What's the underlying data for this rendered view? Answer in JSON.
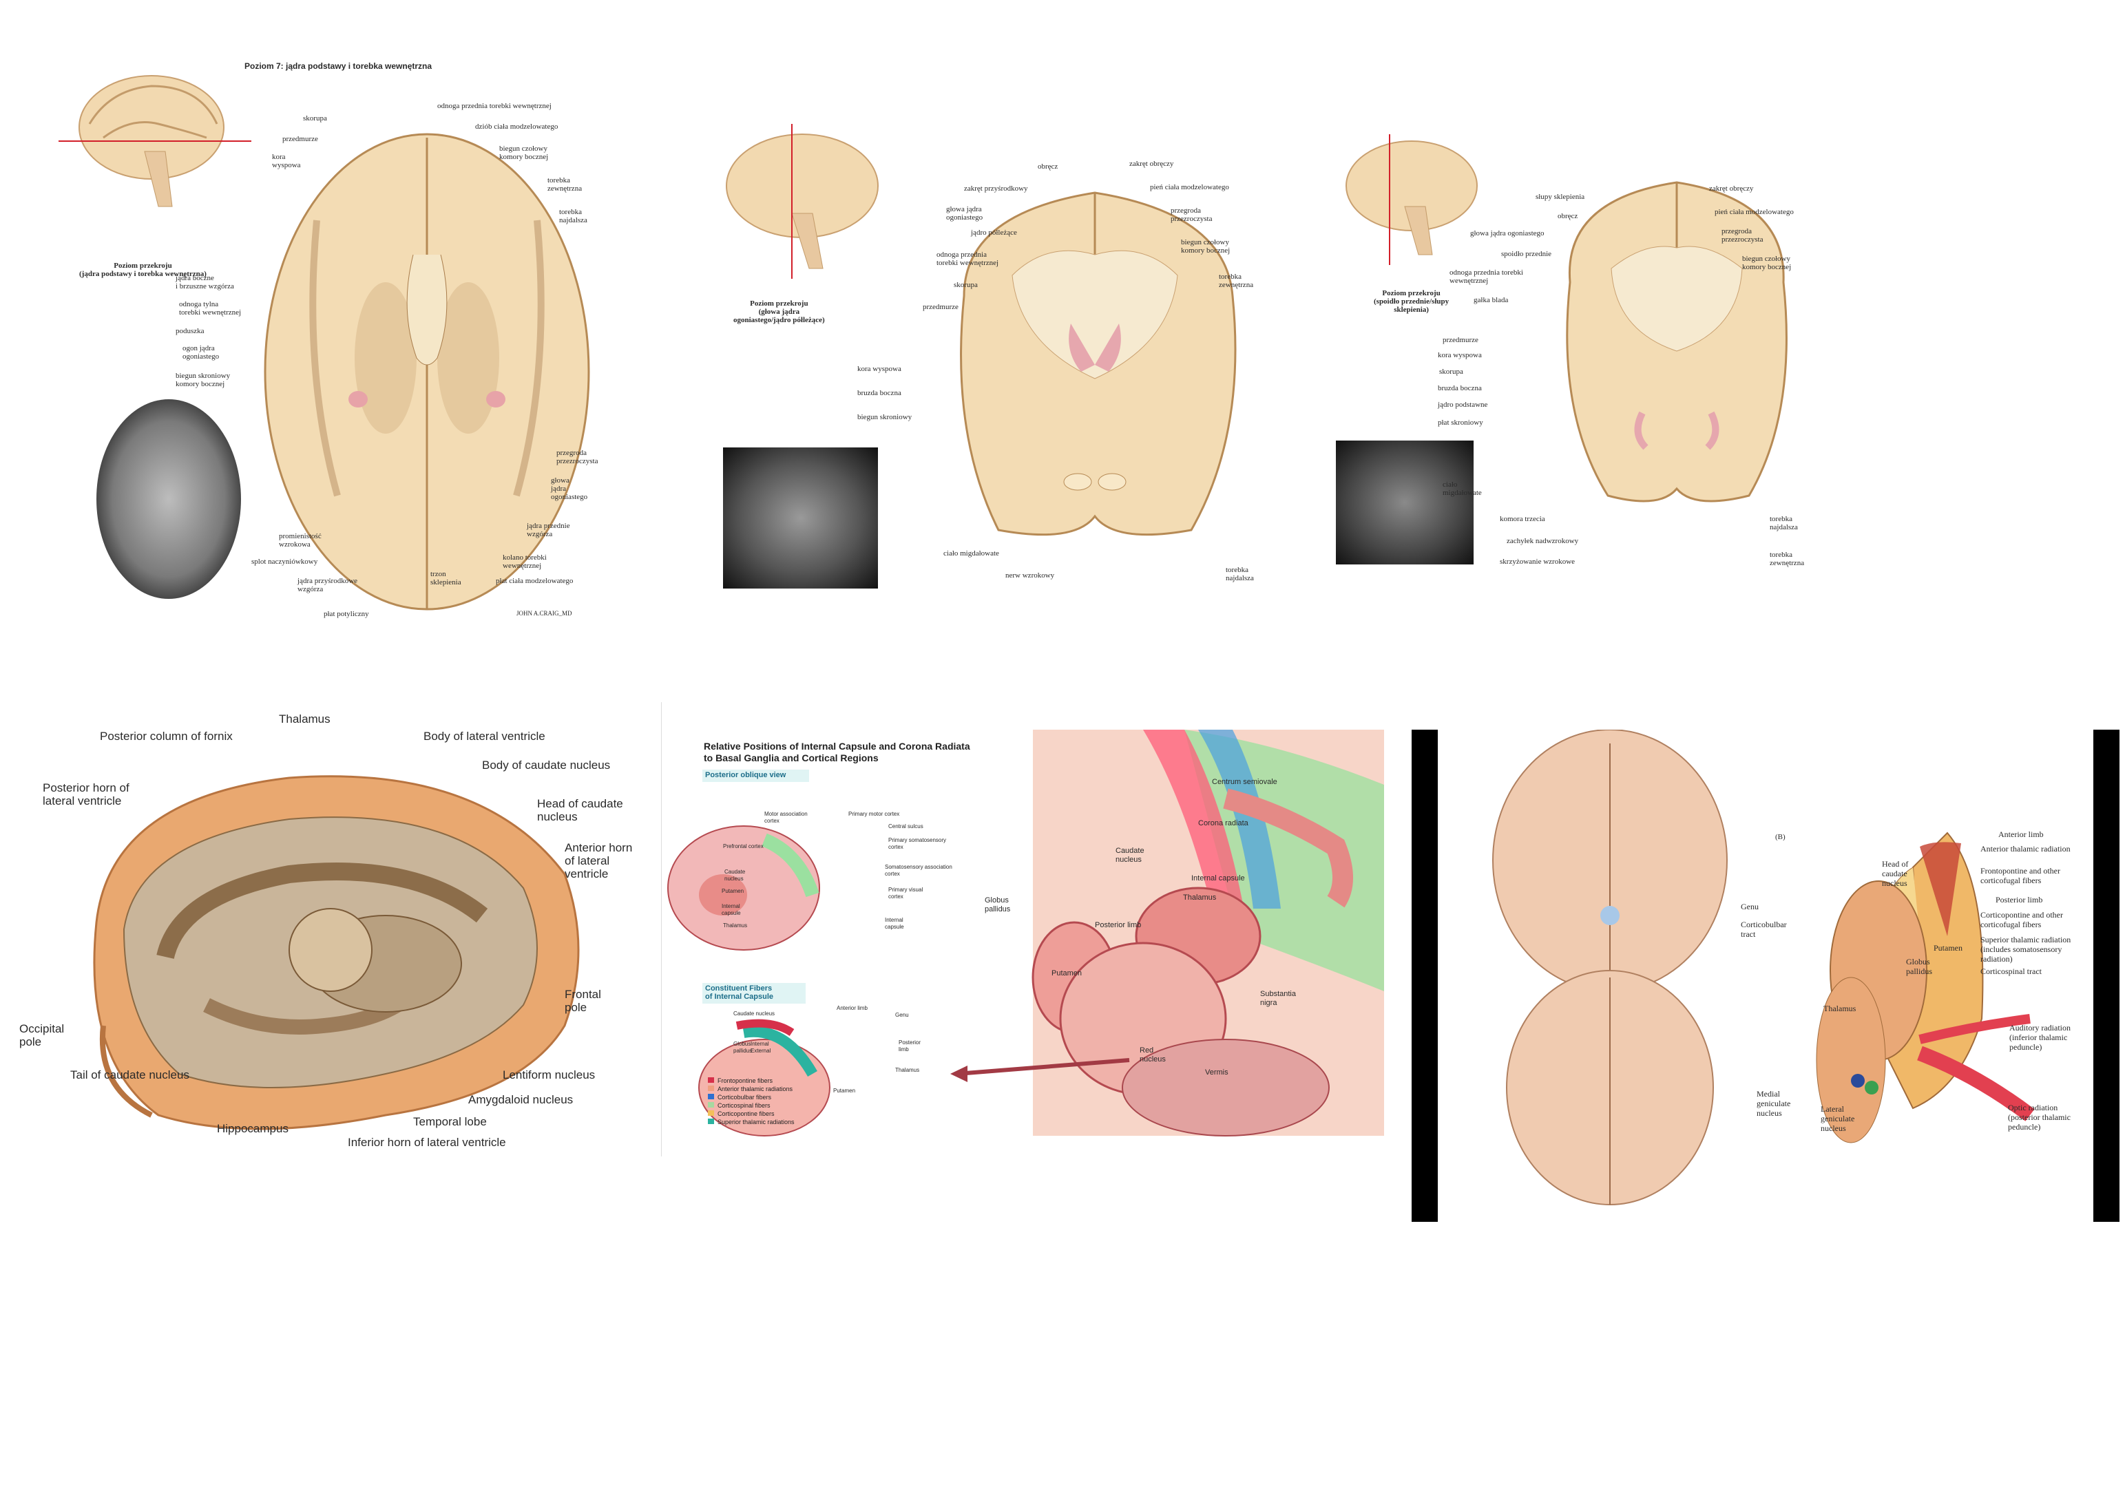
{
  "panel1": {
    "title": "Poziom 7: jądra podstawy i torebka wewnętrzna",
    "caption": "Poziom przekroju\n(jądra podstawy i torebka wewnętrzna)",
    "signature": "JOHN A.CRAIG_MD",
    "labels_left": [
      "skorupa",
      "przedmurze",
      "kora\nwyspowa",
      "jądra boczne\ni brzuszne wzgórza",
      "odnoga tylna\ntorebki wewnętrznej",
      "poduszka",
      "ogon jądra\nogoniastego",
      "biegun skroniowy\nkomory bocznej",
      "promienistość\nwzrokowa",
      "splot naczyniówkowy",
      "jądra przyśrodkowe\nwzgórza",
      "płat potyliczny"
    ],
    "labels_right": [
      "odnoga przednia torebki wewnętrznej",
      "dziób ciała modzelowatego",
      "biegun czołowy\nkomory bocznej",
      "torebka\nzewnętrzna",
      "torebka\nnajdalsza",
      "przegroda\nprzezroczysta",
      "głowa\njądra\nogoniastego",
      "jądra przednie\nwzgórza",
      "kolano torebki\nwewnętrznej",
      "trzon\nsklepienia",
      "płat ciała modzelowatego"
    ]
  },
  "panel2": {
    "caption": "Poziom przekroju\n(głowa jądra\nogoniastego/jądro półleżące)",
    "labels_left": [
      "zakręt przyśrodkowy",
      "głowa jądra\nogoniastego",
      "jądro półleżące",
      "odnoga przednia\ntorebki wewnętrznej",
      "skorupa",
      "przedmurze",
      "kora wyspowa",
      "bruzda boczna",
      "biegun skroniowy"
    ],
    "labels_top": [
      "obręcz",
      "zakręt obręczy"
    ],
    "labels_right": [
      "pień ciała modzelowatego",
      "przegroda\nprzezroczysta",
      "biegun czołowy\nkomory bocznej",
      "torebka\nzewnętrzna",
      "torebka\nnajdalsza"
    ],
    "labels_bottom": [
      "ciało migdałowate",
      "nerw wzrokowy"
    ]
  },
  "panel3": {
    "caption": "Poziom przekroju\n(spoidło przednie/słupy\nsklepienia)",
    "labels_left": [
      "słupy sklepienia",
      "obręcz",
      "głowa jądra ogoniastego",
      "spoidło przednie",
      "odnoga przednia torebki\nwewnętrznej",
      "gałka blada",
      "przedmurze",
      "kora wyspowa",
      "skorupa",
      "bruzda boczna",
      "jądro podstawne",
      "płat skroniowy",
      "ciało\nmigdałowate",
      "komora trzecia",
      "zachyłek nadwzrokowy",
      "skrzyżowanie wzrokowe"
    ],
    "labels_right": [
      "zakręt obręczy",
      "pień ciała modzelowatego",
      "przegroda\nprzezroczysta",
      "biegun czołowy\nkomory bocznej",
      "torebka\nnajdalsza",
      "torebka\nzewnętrzna"
    ]
  },
  "panel4": {
    "labels": [
      "Thalamus",
      "Posterior column of fornix",
      "Body of lateral ventricle",
      "Body of caudate nucleus",
      "Posterior horn of\nlateral ventricle",
      "Head of caudate\nnucleus",
      "Anterior horn\nof lateral\nventricle",
      "Frontal\npole",
      "Occipital\npole",
      "Tail of caudate nucleus",
      "Lentiform nucleus",
      "Amygdaloid nucleus",
      "Hippocampus",
      "Temporal lobe",
      "Inferior horn of lateral ventricle"
    ]
  },
  "panel5": {
    "title": "Relative Positions of Internal Capsule and Corona Radiata\nto Basal Ganglia and Cortical Regions",
    "subtitle1": "Posterior oblique view",
    "subtitle2": "Constituent Fibers\nof Internal Capsule",
    "small_labels": [
      "Motor association\ncortex",
      "Primary motor cortex",
      "Central sulcus",
      "Primary somatosensory\ncortex",
      "Prefrontal cortex",
      "Somatosensory association\ncortex",
      "Primary visual\ncortex",
      "Caudate\nnucleus",
      "Putamen",
      "Internal\ncapsule",
      "Thalamus",
      "Internal\ncapsule"
    ],
    "small_labels2": [
      "Caudate nucleus",
      "Anterior limb",
      "Genu",
      "Globus\npallidus",
      "Internal\nExternal",
      "Posterior\nlimb",
      "Putamen",
      "Thalamus"
    ],
    "legend": [
      {
        "label": "Frontopontine fibers",
        "color": "#d6304a"
      },
      {
        "label": "Anterior thalamic radiations",
        "color": "#f0a080"
      },
      {
        "label": "Corticobulbar fibers",
        "color": "#2d6fd0"
      },
      {
        "label": "Corticospinal fibers",
        "color": "#a8d8a0"
      },
      {
        "label": "Corticopontine fibers",
        "color": "#f3c05a"
      },
      {
        "label": "Superior thalamic radiations",
        "color": "#2bb3a0"
      }
    ],
    "big_labels": [
      "Centrum semiovale",
      "Corona radiata",
      "Caudate\nnucleus",
      "Internal capsule",
      "Thalamus",
      "Globus\npallidus",
      "Putamen",
      "Posterior limb",
      "Substantia\nnigra",
      "Red\nnucleus",
      "Vermis"
    ]
  },
  "panel6": {
    "tag": "(B)",
    "labels": [
      "Anterior limb",
      "Anterior thalamic radiation",
      "Head of\ncaudate\nnucleus",
      "Frontopontine and other\ncorticofugal fibers",
      "Genu",
      "Corticobulbar\ntract",
      "Posterior limb",
      "Corticopontine and other\ncorticofugal fibers",
      "Superior thalamic radiation\n(includes somatosensory\nradiation)",
      "Corticospinal tract",
      "Thalamus",
      "Putamen",
      "Globus\npallidus",
      "Auditory radiation\n(inferior thalamic\npeduncle)",
      "Medial\ngeniculate\nnucleus",
      "Lateral\ngeniculate\nnucleus",
      "Optic radiation\n(posterior thalamic\npeduncle)"
    ]
  }
}
